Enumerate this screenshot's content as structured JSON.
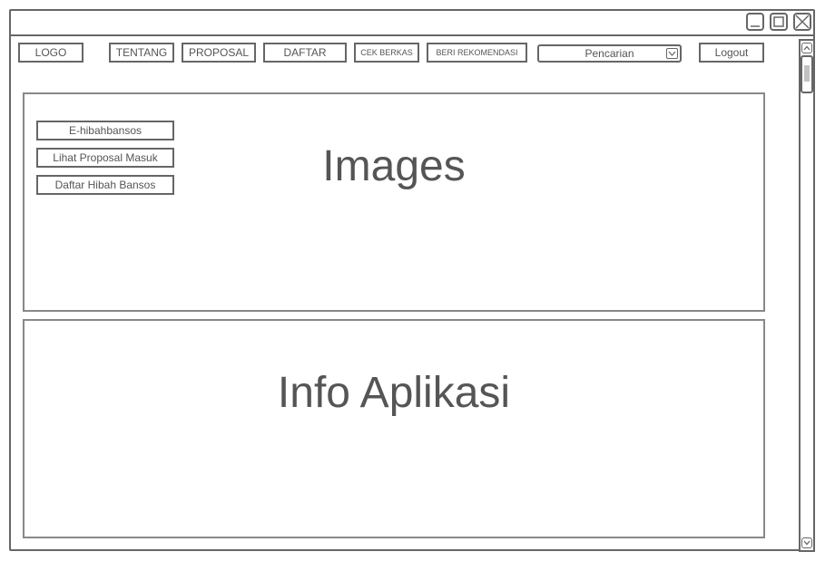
{
  "window": {
    "controls": [
      "minimize-icon",
      "maximize-icon",
      "close-icon"
    ]
  },
  "nav": {
    "logo": "LOGO",
    "tentang": "TENTANG",
    "proposal": "PROPOSAL",
    "daftar": "DAFTAR",
    "cek_berkas": "CEK BERKAS",
    "beri_rekomendasi": "BERI REKOMENDASI",
    "search_label": "Pencarian",
    "logout": "Logout"
  },
  "sidebar": {
    "items": [
      {
        "label": "E-hibahbansos"
      },
      {
        "label": "Lihat Proposal Masuk"
      },
      {
        "label": "Daftar Hibah Bansos"
      }
    ]
  },
  "panels": {
    "images_title": "Images",
    "info_title": "Info Aplikasi"
  },
  "colors": {
    "border": "#666666",
    "text": "#555555",
    "background": "#ffffff"
  }
}
